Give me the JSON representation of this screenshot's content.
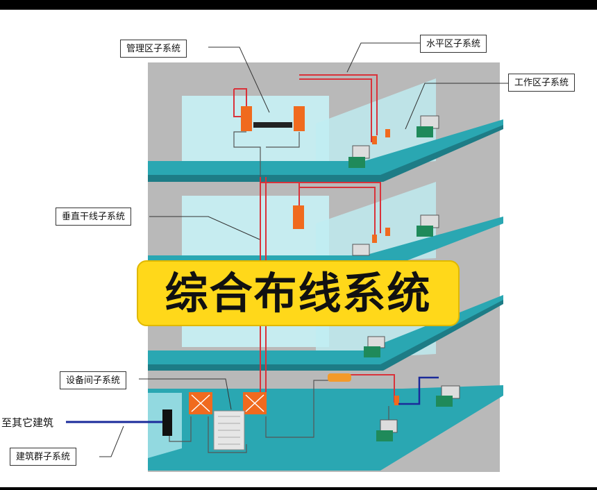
{
  "banner": {
    "title": "综合布线系统"
  },
  "callouts": {
    "management": "管理区子系统",
    "horizontal": "水平区子系统",
    "work_area": "工作区子系统",
    "backbone": "垂直干线子系统",
    "equipment": "设备间子系统",
    "to_other_buildings": "至其它建筑",
    "campus": "建筑群子系统"
  },
  "colors": {
    "wall": "#b8b8b8",
    "floor": "#29a6b0",
    "glass": "#bfeef3",
    "cable": "#d9323a",
    "module": "#f06a1e",
    "banner": "#ffd81a",
    "external_cable": "#1a2a9a"
  },
  "icons": [
    "computer-icon",
    "patch-panel-icon",
    "switch-icon",
    "wall-socket-icon"
  ]
}
